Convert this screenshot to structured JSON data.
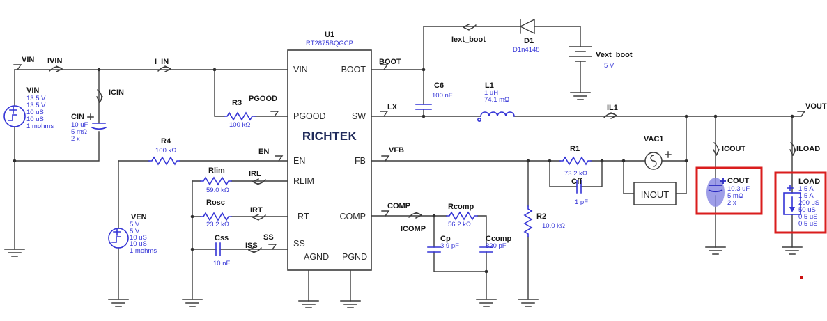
{
  "colors": {
    "wire": "#3c3c3c",
    "component_blue": "#3434d6",
    "label_black": "#161616",
    "logo_navy": "#1f2a5a",
    "highlight_red": "#da1d1d",
    "cout_highlight_fill": "#8686e2"
  },
  "ic": {
    "ref": "U1",
    "part": "RT2875BQGCP",
    "logo": "RICHTEK",
    "pins": {
      "vin": "VIN",
      "pgood": "PGOOD",
      "en": "EN",
      "rlim": "RLIM",
      "rt": "RT",
      "ss": "SS",
      "agnd": "AGND",
      "pgnd": "PGND",
      "boot": "BOOT",
      "sw": "SW",
      "fb": "FB",
      "comp": "COMP"
    }
  },
  "nets": {
    "vin": "VIN",
    "boot": "BOOT",
    "lx": "LX",
    "vfb": "VFB",
    "comp": "COMP",
    "pgood": "PGOOD",
    "en": "EN",
    "ss": "SS",
    "vout": "VOUT"
  },
  "probes": {
    "ivin": "IVIN",
    "icin": "ICIN",
    "i_in": "I_IN",
    "iext_boot": "Iext_boot",
    "il1": "IL1",
    "icout": "ICOUT",
    "iload": "ILOAD",
    "irl": "IRL",
    "irt": "IRT",
    "iss": "ISS",
    "icomp": "ICOMP"
  },
  "sources": {
    "vin": {
      "name": "VIN",
      "v1": "13.5 V",
      "v2": "13.5 V",
      "v3": "10 uS",
      "v4": "10 uS",
      "v5": "1 mohms"
    },
    "ven": {
      "name": "VEN",
      "v1": "5 V",
      "v2": "5 V",
      "v3": "10 uS",
      "v4": "10 uS",
      "v5": "1 mohms"
    },
    "vext_boot": {
      "name": "Vext_boot",
      "value": "5 V"
    },
    "vac1": {
      "name": "VAC1"
    }
  },
  "parts": {
    "cin": {
      "name": "CIN",
      "v1": "10 uF",
      "v2": "5 mΩ",
      "v3": "2 x"
    },
    "r3": {
      "name": "R3",
      "value": "100 kΩ"
    },
    "r4": {
      "name": "R4",
      "value": "100 kΩ"
    },
    "rlim": {
      "name": "Rlim",
      "value": "59.0 kΩ"
    },
    "rosc": {
      "name": "Rosc",
      "value": "23.2 kΩ"
    },
    "css": {
      "name": "Css",
      "value": "10 nF"
    },
    "c6": {
      "name": "C6",
      "value": "100 nF"
    },
    "l1": {
      "name": "L1",
      "v1": "1 uH",
      "v2": "74.1 mΩ"
    },
    "d1": {
      "name": "D1",
      "part": "D1n4148"
    },
    "r1": {
      "name": "R1",
      "value": "73.2 kΩ"
    },
    "cff": {
      "name": "Cff",
      "value": "1 pF"
    },
    "r2": {
      "name": "R2",
      "value": "10.0 kΩ"
    },
    "rcomp": {
      "name": "Rcomp",
      "value": "56.2 kΩ"
    },
    "cp": {
      "name": "Cp",
      "value": "3.9 pF"
    },
    "ccomp": {
      "name": "Ccomp",
      "value": "820 pF"
    },
    "cout": {
      "name": "COUT",
      "v1": "10.3 uF",
      "v2": "5 mΩ",
      "v3": "2 x"
    },
    "load": {
      "name": "LOAD",
      "v1": "1.5 A",
      "v2": "1.5 A",
      "v3": "200 uS",
      "v4": "50 uS",
      "v5": "0.5 uS",
      "v6": "0.5 uS"
    },
    "inout": {
      "label": "INOUT"
    }
  }
}
